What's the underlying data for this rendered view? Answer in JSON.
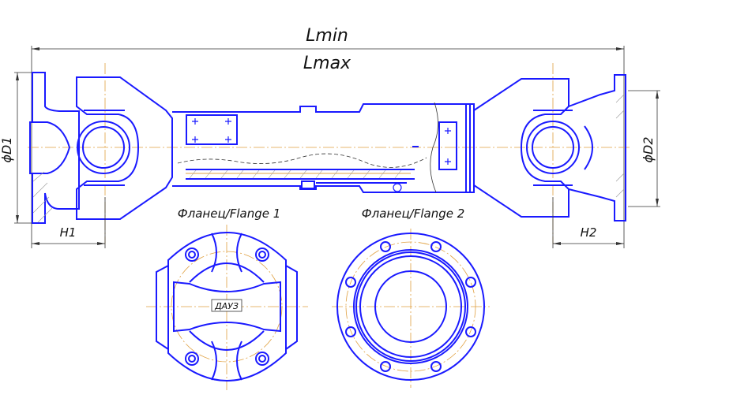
{
  "drawing": {
    "dimensions": {
      "length_min": "Lmin",
      "length_max": "Lmax",
      "diameter_1": "ϕD1",
      "diameter_2": "ϕD2",
      "height_1": "H1",
      "height_2": "H2"
    },
    "views": {
      "flange_1_label": "Фланец/Flange 1",
      "flange_2_label": "Фланец/Flange 2",
      "flange_1_marking": "ДАУЗ"
    }
  },
  "colors": {
    "outline": "#1a1aff",
    "centerline": "#e0a040",
    "dimension": "#333333"
  }
}
